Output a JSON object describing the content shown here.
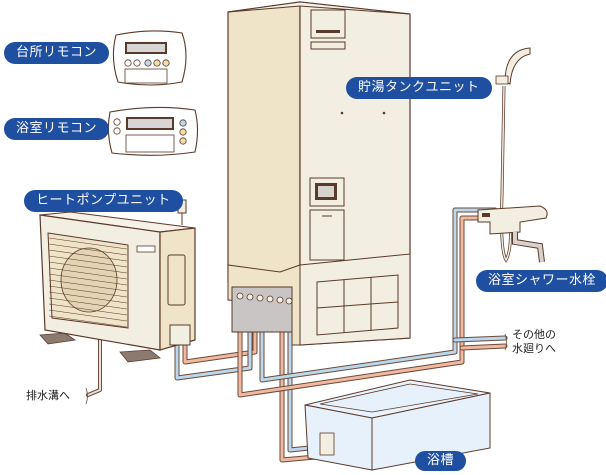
{
  "title": "Eco Cute system diagram",
  "labels": {
    "kitchen_remote": "台所リモコン",
    "bathroom_remote": "浴室リモコン",
    "heat_pump_unit": "ヒートポンプユニット",
    "hot_water_tank_unit": "貯湯タンクユニット",
    "bathroom_shower_faucet": "浴室シャワー水栓",
    "other_water_outlets_line1": "その他の",
    "other_water_outlets_line2": "水廻りへ",
    "to_drain": "排水溝へ",
    "bathtub": "浴槽"
  },
  "colors": {
    "label_bg": "#1f4fa0",
    "label_text": "#ffffff",
    "unit_body": "#f3eee2",
    "unit_side": "#efe3c8",
    "outline": "#5a3a2a",
    "hot_pipe": "#f0b9a0",
    "cold_pipe": "#bcd8ec",
    "bathtub": "#e6f1fb",
    "remote_blue_button": "#bcd8ec",
    "remote_yellow_button": "#f1dcaa"
  }
}
